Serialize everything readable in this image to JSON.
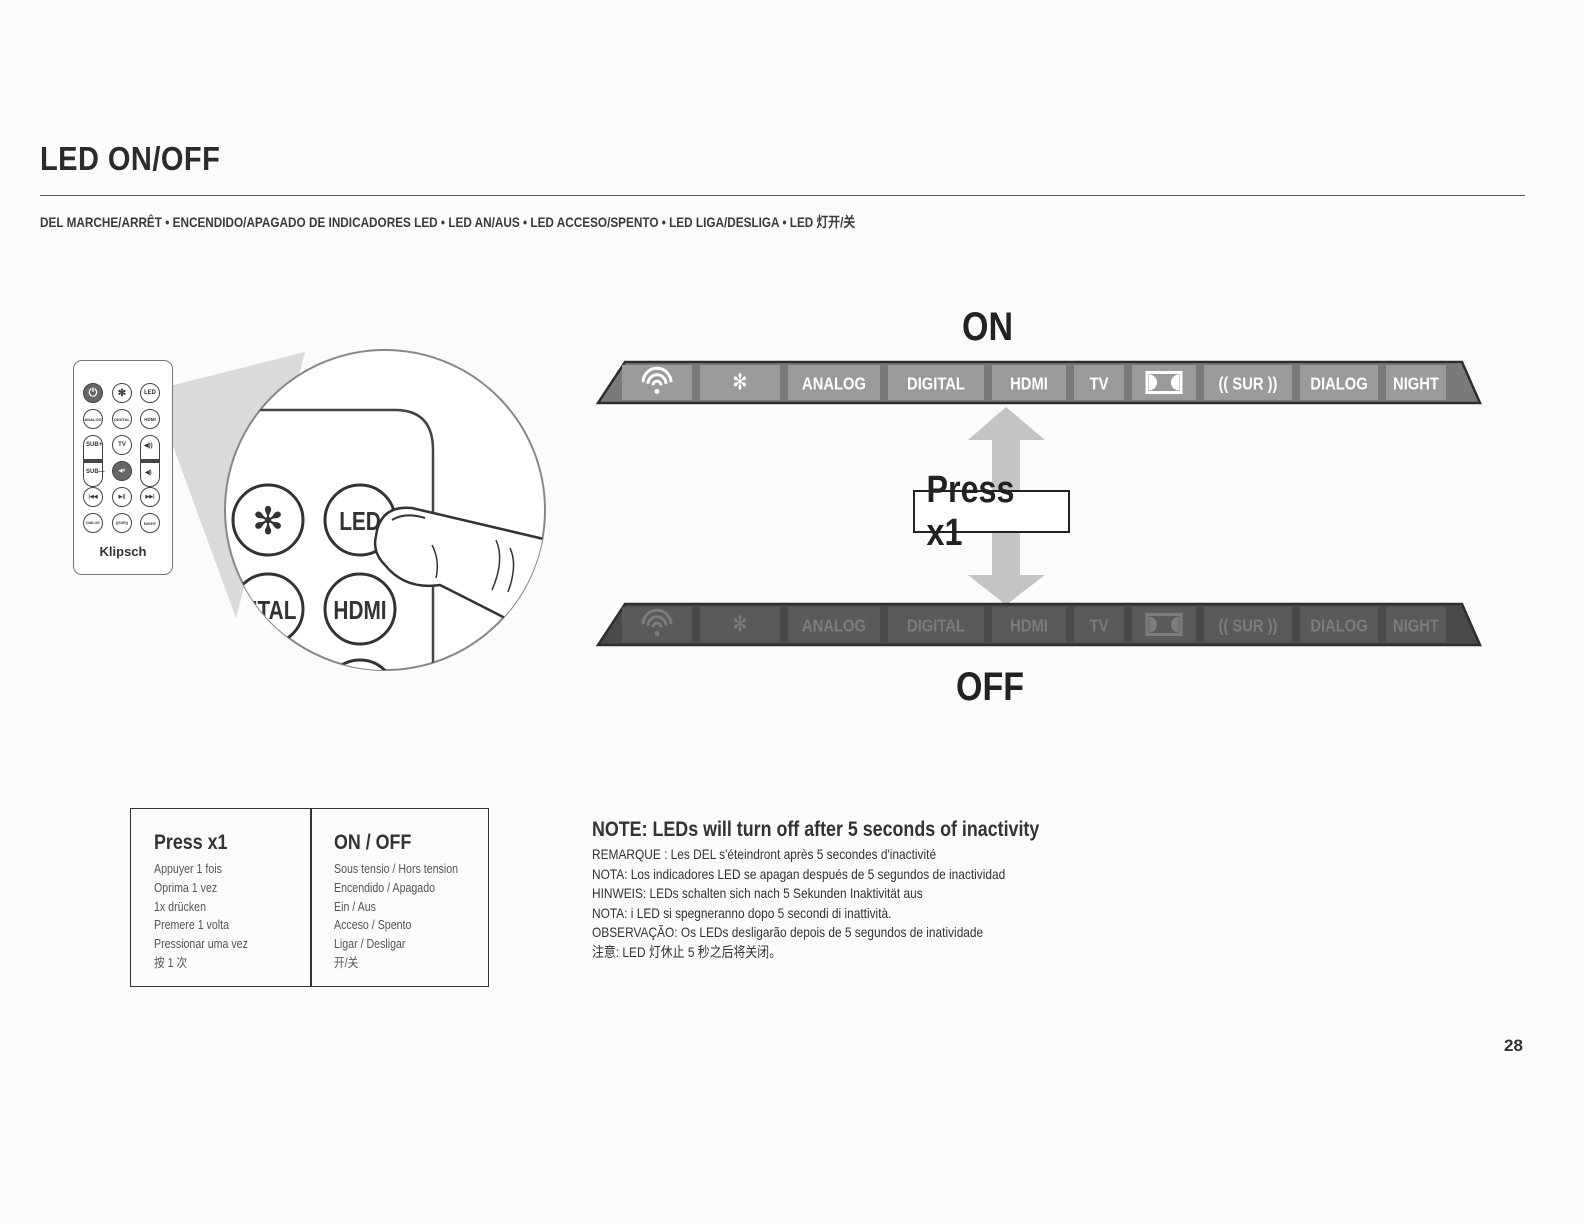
{
  "header": {
    "title": "LED ON/OFF",
    "subtitle": "DEL MARCHE/ARRÊT • ENCENDIDO/APAGADO DE INDICADORES LED • LED AN/AUS • LED ACCESO/SPENTO • LED LIGA/DESLIGA • LED 灯开/关"
  },
  "remote": {
    "brand": "Klipsch",
    "buttons": {
      "power": "⏻",
      "bluetooth": "✻",
      "led": "LED",
      "analog": "ANALOG",
      "digital": "DIGITAL",
      "hdmi": "HDMI",
      "sub_plus": "SUB+",
      "tv": "TV",
      "vol_up": "◀))",
      "sub_minus": "SUB—",
      "mute": "◀×",
      "vol_down": "◀)",
      "prev": "|◀◀",
      "play_pause": "▶||",
      "next": "▶▶|",
      "dialog": "DIALOG",
      "sur": "((SUR))",
      "night": "NIGHT"
    }
  },
  "zoom": {
    "bluetooth": "✻",
    "led": "LED",
    "digital_partial": "GITAL",
    "hdmi": "HDMI"
  },
  "soundbar": {
    "on_label": "ON",
    "off_label": "OFF",
    "press_label": "Press x1",
    "segments": [
      "wifi",
      "bluetooth",
      "ANALOG",
      "DIGITAL",
      "HDMI",
      "TV",
      "dolby",
      "(( SUR ))",
      "DIALOG",
      "NIGHT"
    ],
    "segment_text": {
      "analog": "ANALOG",
      "digital": "DIGITAL",
      "hdmi": "HDMI",
      "tv": "TV",
      "sur": "(( SUR ))",
      "dialog": "DIALOG",
      "night": "NIGHT",
      "bt": "✻"
    },
    "colors": {
      "on_fill": "#7a7a7a",
      "off_fill": "#4a4a4a",
      "arrow": "#c4c4c4"
    }
  },
  "table": {
    "left": {
      "head": "Press x1",
      "items": [
        "Appuyer 1 fois",
        "Oprima 1 vez",
        "1x drücken",
        "Premere 1 volta",
        "Pressionar uma vez",
        "按 1 次"
      ]
    },
    "right": {
      "head": "ON / OFF",
      "items": [
        "Sous tensio  / Hors tension",
        "Encendido / Apagado",
        "Ein / Aus",
        "Acceso / Spento",
        "Ligar / Desligar",
        "开/关"
      ]
    }
  },
  "note": {
    "head": "NOTE: LEDs will turn off after 5 seconds of inactivity",
    "lines": [
      "REMARQUE : Les DEL s'éteindront après 5 secondes d'inactivité",
      "NOTA: Los indicadores LED se apagan después de 5 segundos de inactividad",
      "HINWEIS: LEDs schalten sich nach 5 Sekunden Inaktivität aus",
      "NOTA: i LED si spegneranno dopo 5 secondi di inattività.",
      "OBSERVAÇÃO: Os LEDs desligarão depois de 5 segundos de inatividade",
      "注意:   LED 灯休止 5 秒之后将关闭。"
    ]
  },
  "page_number": "28"
}
